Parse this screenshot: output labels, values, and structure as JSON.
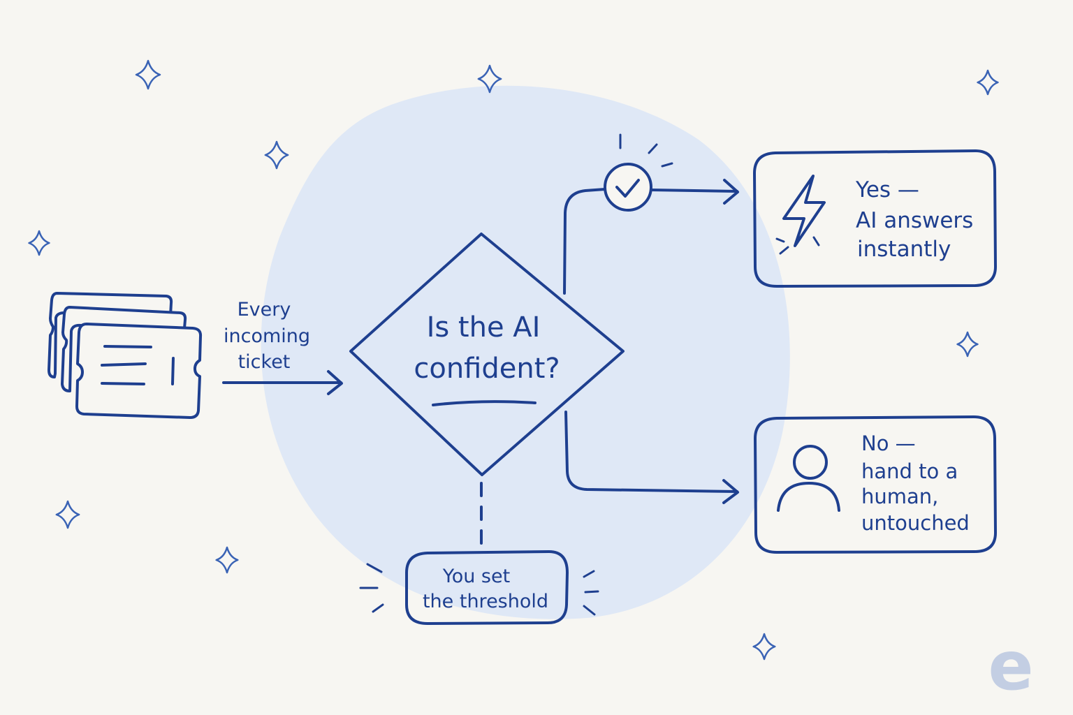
{
  "input_label": [
    "Every",
    "incoming",
    "ticket"
  ],
  "decision": {
    "line1": "Is the AI",
    "line2": "confident?"
  },
  "threshold": {
    "line1": "You set",
    "line2": "the threshold"
  },
  "yes_box": {
    "line1": "Yes —",
    "line2": "AI answers",
    "line3": "instantly"
  },
  "no_box": {
    "line1": "No —",
    "line2": "hand to a",
    "line3": "human,",
    "line4": "untouched"
  },
  "logo": "e",
  "colors": {
    "ink": "#1e3f8f",
    "blob": "#dfe8f6",
    "background": "#f7f6f2",
    "logo": "#c3cee3"
  },
  "icons": {
    "tickets": "ticket-stack-icon",
    "yes": "lightning-icon",
    "no": "person-icon",
    "check": "check-circle-icon",
    "decor": "sparkle-icon"
  }
}
